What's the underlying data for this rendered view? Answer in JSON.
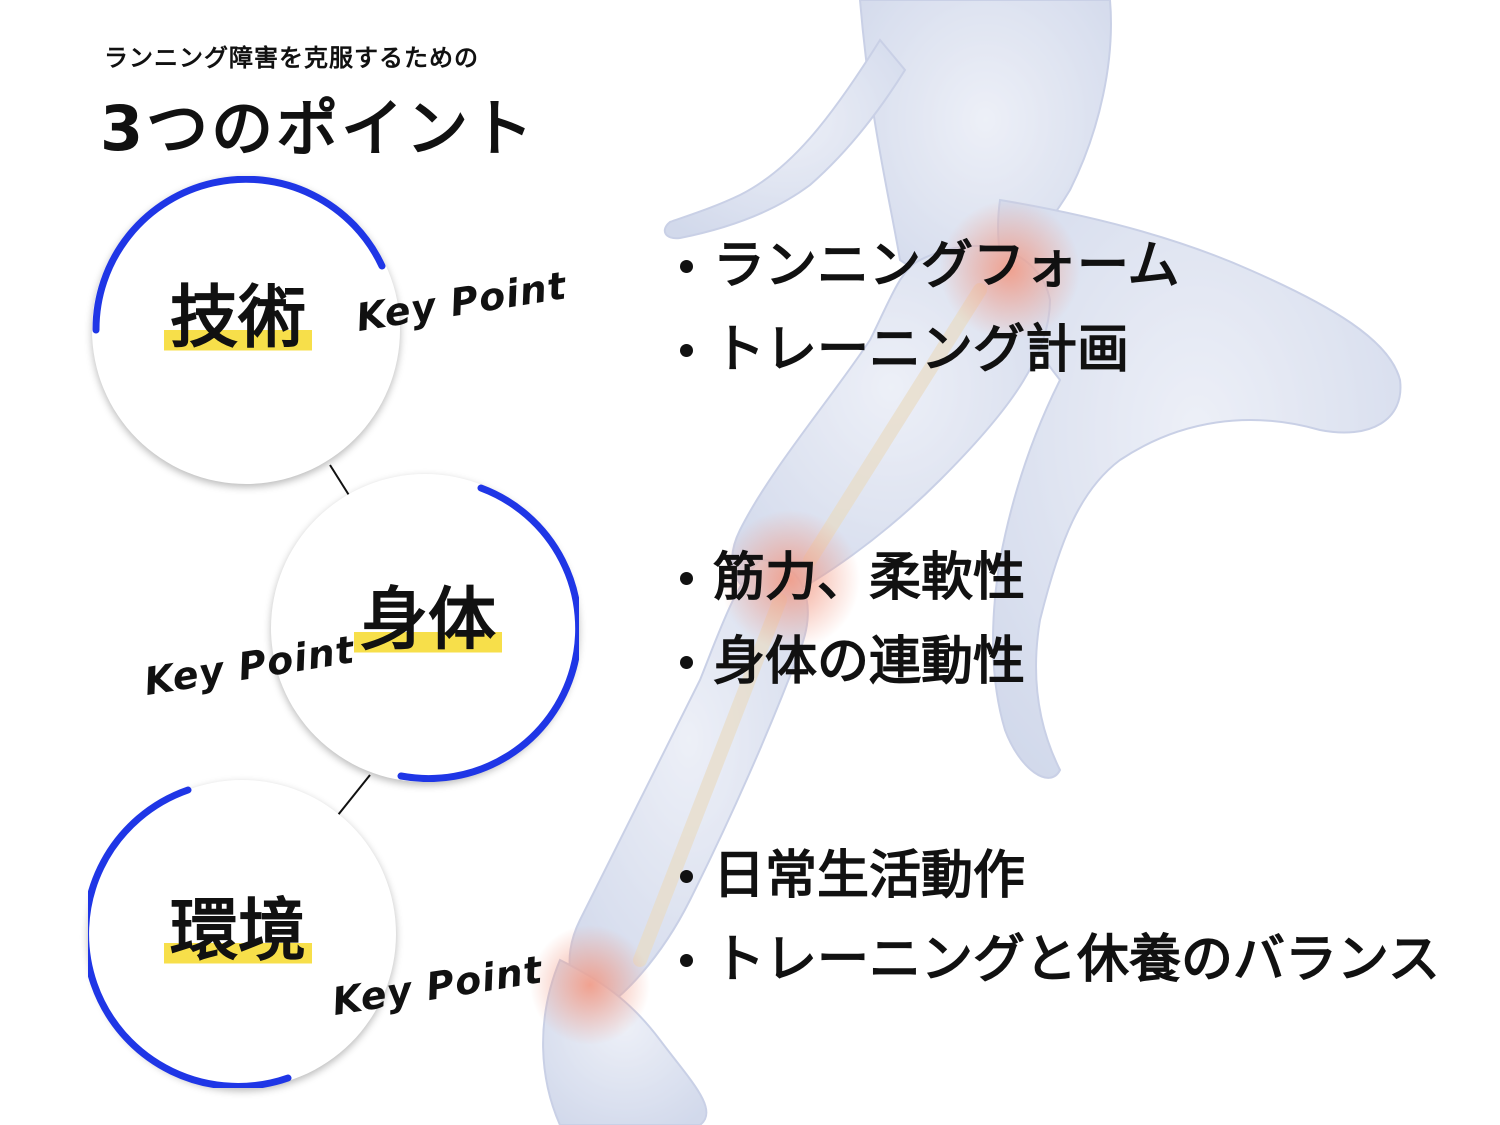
{
  "subtitle": "ランニング障害を克服するための",
  "title": "3つのポイント",
  "colors": {
    "ring": "#1f36e6",
    "highlight": "#f7df4a",
    "figure": "#c9d2ea",
    "figure_joint": "#f4b8a6"
  },
  "points": [
    {
      "label": "技術",
      "tag": "Key Point",
      "bullets": [
        "ランニングフォーム",
        "トレーニング計画"
      ]
    },
    {
      "label": "身体",
      "tag": "Key Point",
      "bullets": [
        "筋力、柔軟性",
        "身体の連動性"
      ]
    },
    {
      "label": "環境",
      "tag": "Key Point",
      "bullets": [
        "日常生活動作",
        "トレーニングと休養のバランス"
      ]
    }
  ]
}
